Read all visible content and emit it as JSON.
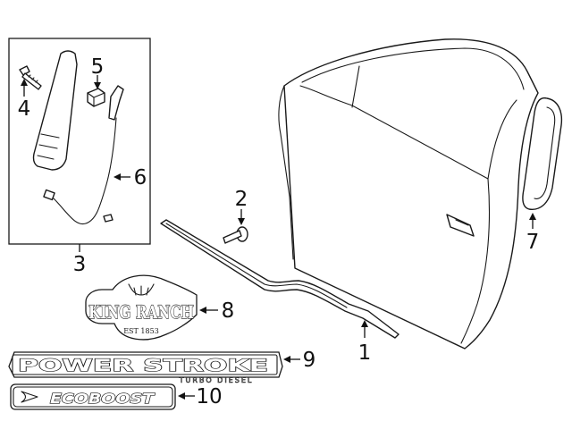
{
  "callouts": {
    "c1": "1",
    "c2": "2",
    "c3": "3",
    "c4": "4",
    "c5": "5",
    "c6": "6",
    "c7": "7",
    "c8": "8",
    "c9": "9",
    "c10": "10"
  },
  "emblems": {
    "king_ranch": {
      "name": "KING RANCH",
      "est": "EST 1853"
    },
    "power_stroke": {
      "name": "POWER STROKE",
      "sub": "TURBO DIESEL"
    },
    "ecoboost": {
      "name": "ECOBOOST"
    }
  }
}
